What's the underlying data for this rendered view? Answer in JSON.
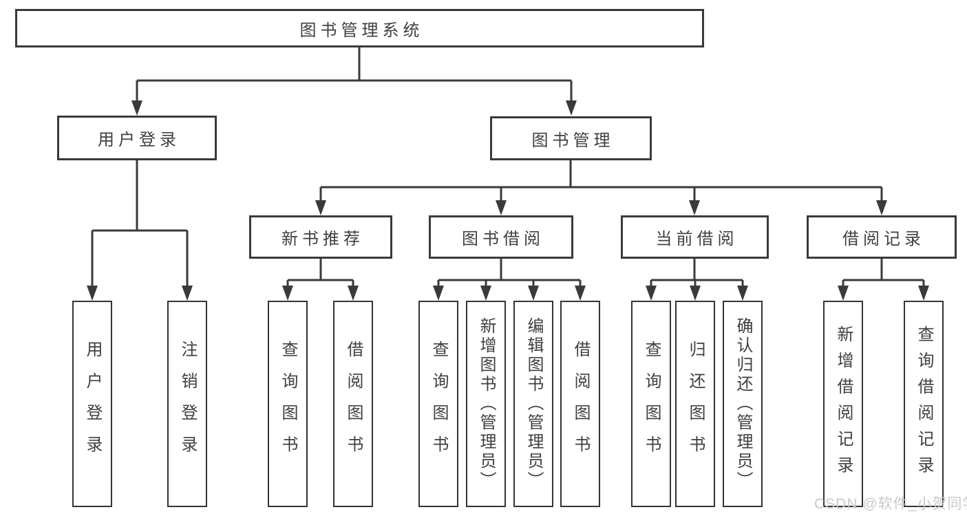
{
  "diagram": {
    "type": "hierarchy-tree",
    "title": "图书管理系统",
    "colors": {
      "line": "#3a3a3a",
      "box_border": "#3a3a3a",
      "text": "#3f3f3f",
      "background": "#ffffff",
      "watermark": "#c9c9c9"
    }
  },
  "tree": {
    "label": "图书管理系统",
    "children": [
      {
        "label": "用户登录",
        "children": [
          {
            "label": "用户登录"
          },
          {
            "label": "注销登录"
          }
        ]
      },
      {
        "label": "图书管理",
        "children": [
          {
            "label": "新书推荐",
            "children": [
              {
                "label": "查询图书"
              },
              {
                "label": "借阅图书"
              }
            ]
          },
          {
            "label": "图书借阅",
            "children": [
              {
                "label": "查询图书"
              },
              {
                "label": "新增图书（管理员）"
              },
              {
                "label": "编辑图书（管理员）"
              },
              {
                "label": "借阅图书"
              }
            ]
          },
          {
            "label": "当前借阅",
            "children": [
              {
                "label": "查询图书"
              },
              {
                "label": "归还图书"
              },
              {
                "label": "确认归还（管理员）"
              }
            ]
          },
          {
            "label": "借阅记录",
            "children": [
              {
                "label": "新增借阅记录"
              },
              {
                "label": "查询借阅记录"
              }
            ]
          }
        ]
      }
    ]
  },
  "watermark": {
    "text": "CSDN @软件_小贺同学"
  }
}
